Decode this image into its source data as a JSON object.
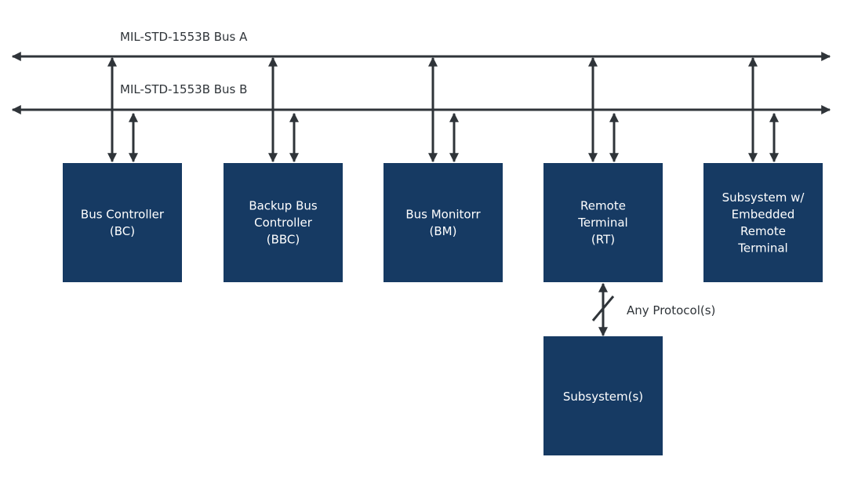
{
  "buses": {
    "bus_a": "MIL-STD-1553B Bus A",
    "bus_b": "MIL-STD-1553B Bus B"
  },
  "nodes": [
    {
      "lines": [
        "Bus Controller",
        "(BC)"
      ]
    },
    {
      "lines": [
        "Backup Bus",
        "Controller",
        "(BBC)"
      ]
    },
    {
      "lines": [
        "Bus Monitorr",
        "(BM)"
      ]
    },
    {
      "lines": [
        "Remote",
        "Terminal",
        "(RT)"
      ]
    },
    {
      "lines": [
        "Subsystem w/",
        "Embedded",
        "Remote",
        "Terminal"
      ]
    }
  ],
  "subsystem": {
    "lines": [
      "Subsystem(s)"
    ]
  },
  "protocol_label": "Any Protocol(s)",
  "colors": {
    "box": "#163a63",
    "line": "#2f3439",
    "box_text": "#ffffff"
  }
}
